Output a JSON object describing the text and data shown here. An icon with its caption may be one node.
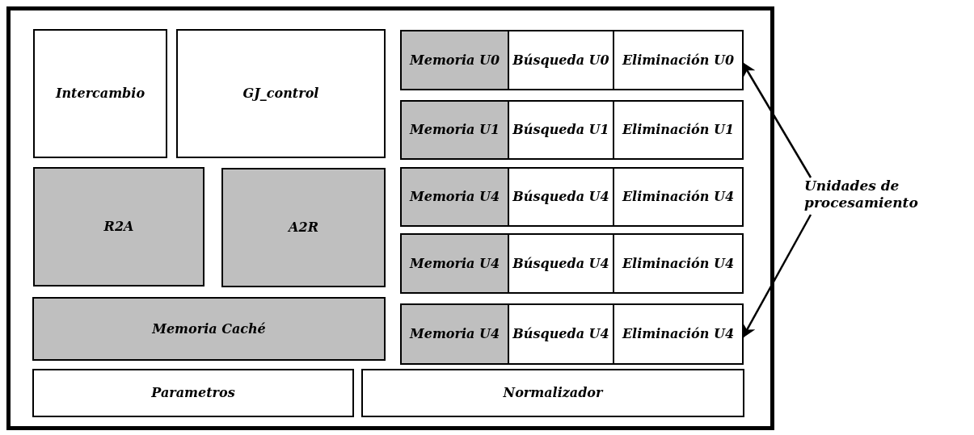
{
  "diagram": {
    "nodes": [
      {
        "text": [],
        "shape": "box"
      },
      {
        "text": [
          "Intercambio"
        ],
        "in": 0
      },
      {
        "text": [
          "GJ_control"
        ],
        "in": 0
      },
      {
        "text": [
          "Memoria U0"
        ],
        "in": 0
      },
      {
        "text": [
          "Búsqueda U0"
        ],
        "in": 0
      },
      {
        "text": [
          "Eliminación U0"
        ],
        "in": 0
      },
      {
        "text": [
          "Memoria U1"
        ],
        "in": 0
      },
      {
        "text": [
          "Búsqueda U1"
        ],
        "in": 0
      },
      {
        "text": [
          "Eliminación U1"
        ],
        "in": 0
      },
      {
        "text": [
          "R2A"
        ],
        "in": 0
      },
      {
        "text": [
          "A2R"
        ],
        "in": 0
      },
      {
        "text": [
          "Memoria U4"
        ],
        "in": 0
      },
      {
        "text": [
          "Búsqueda U4"
        ],
        "in": 0
      },
      {
        "text": [
          "Eliminación U4"
        ],
        "in": 0
      },
      {
        "text": [
          "Memoria U4"
        ],
        "in": 0
      },
      {
        "text": [
          "Búsqueda U4"
        ],
        "in": 0
      },
      {
        "text": [
          "Eliminación U4"
        ],
        "in": 0
      },
      {
        "text": [
          "Memoria Caché"
        ],
        "in": 0
      },
      {
        "text": [
          "Memoria U4"
        ],
        "in": 0
      },
      {
        "text": [
          "Búsqueda U4"
        ],
        "in": 0
      },
      {
        "text": [
          "Eliminación U4"
        ],
        "in": 0
      },
      {
        "text": [
          "Parametros"
        ],
        "in": 0
      },
      {
        "text": [
          "Normalizador"
        ],
        "in": 0
      },
      {
        "text": [
          "Unidades de procesamiento"
        ]
      }
    ],
    "edges": [
      {
        "from": 23,
        "to": 5,
        "arrow": "to"
      },
      {
        "from": 23,
        "to": 20,
        "arrow": "to"
      }
    ]
  }
}
